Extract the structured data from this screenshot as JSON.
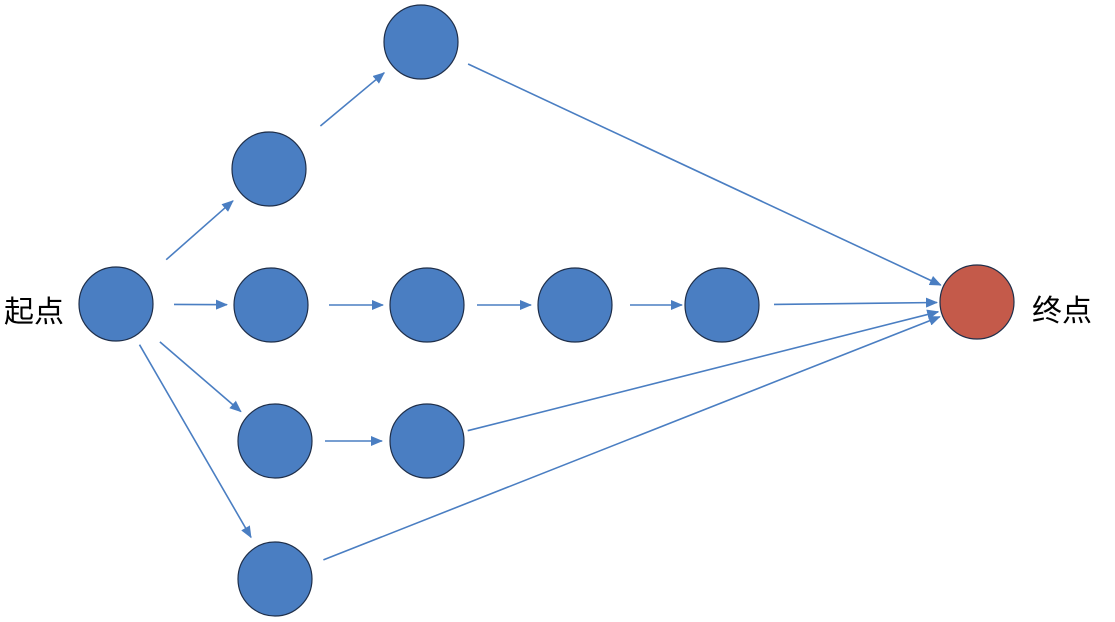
{
  "labels": {
    "start": "起点",
    "end": "终点"
  },
  "colors": {
    "node": "#4a7ec2",
    "end_node": "#c45a4a",
    "edge": "#4a7ec2",
    "node_stroke": "#1f2f4a"
  },
  "nodes": [
    {
      "id": "start",
      "role": "start"
    },
    {
      "id": "a1",
      "role": "intermediate"
    },
    {
      "id": "a2",
      "role": "intermediate"
    },
    {
      "id": "b1",
      "role": "intermediate"
    },
    {
      "id": "b2",
      "role": "intermediate"
    },
    {
      "id": "b3",
      "role": "intermediate"
    },
    {
      "id": "b4",
      "role": "intermediate"
    },
    {
      "id": "c1",
      "role": "intermediate"
    },
    {
      "id": "c2",
      "role": "intermediate"
    },
    {
      "id": "d1",
      "role": "intermediate"
    },
    {
      "id": "end",
      "role": "end"
    }
  ],
  "edges": [
    {
      "from": "start",
      "to": "a1"
    },
    {
      "from": "a1",
      "to": "a2"
    },
    {
      "from": "a2",
      "to": "end"
    },
    {
      "from": "start",
      "to": "b1"
    },
    {
      "from": "b1",
      "to": "b2"
    },
    {
      "from": "b2",
      "to": "b3"
    },
    {
      "from": "b3",
      "to": "b4"
    },
    {
      "from": "b4",
      "to": "end"
    },
    {
      "from": "start",
      "to": "c1"
    },
    {
      "from": "c1",
      "to": "c2"
    },
    {
      "from": "c2",
      "to": "end"
    },
    {
      "from": "start",
      "to": "d1"
    },
    {
      "from": "d1",
      "to": "end"
    }
  ]
}
